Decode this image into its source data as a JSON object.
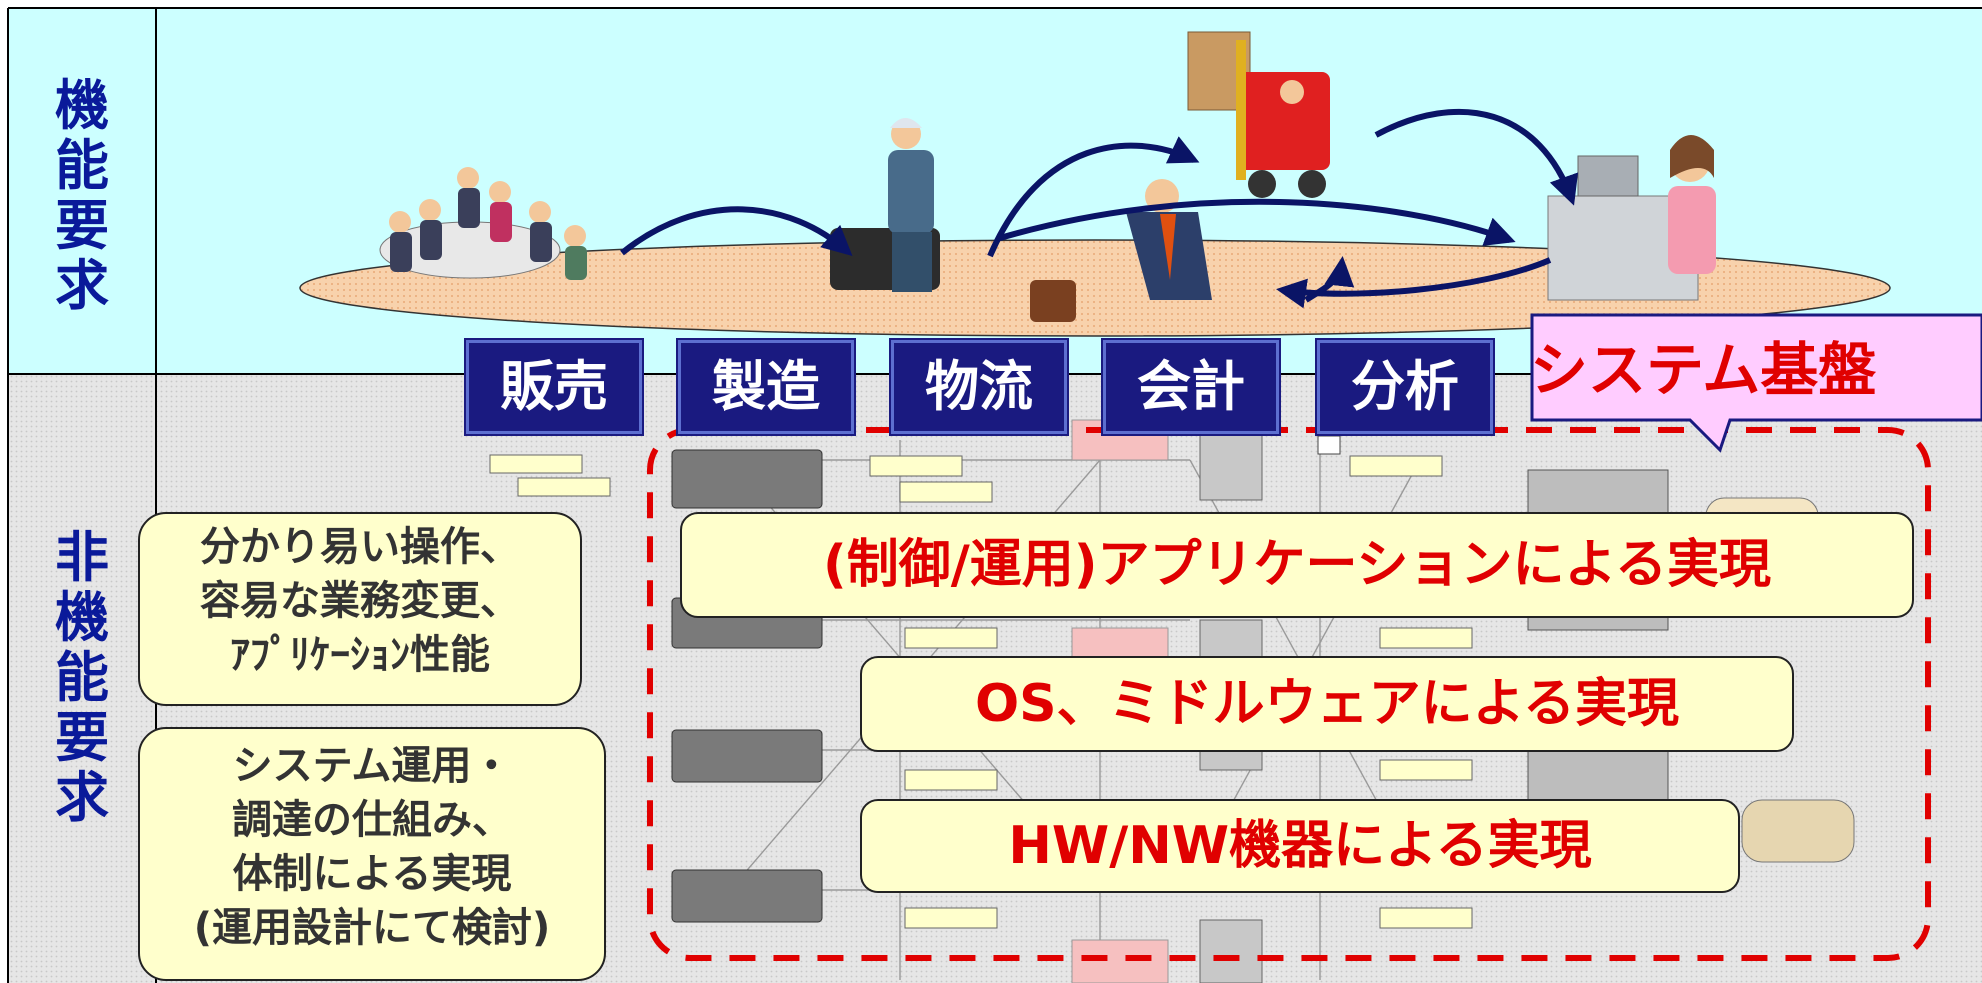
{
  "sections": {
    "functional_label": "機能要求",
    "non_functional_label": "非機能要求"
  },
  "business_functions": [
    "販売",
    "製造",
    "物流",
    "会計",
    "分析"
  ],
  "callout": {
    "label": "システム基盤"
  },
  "non_functional_notes": [
    [
      "分かり易い操作、",
      "容易な業務変更、",
      "ｱﾌﾟﾘｹｰｼｮﾝ性能"
    ],
    [
      "システム運用・",
      "調達の仕組み、",
      "体制による実現",
      "(運用設計にて検討)"
    ]
  ],
  "implementation_layers": [
    "(制御/運用)アプリケーションによる実現",
    "OS、ミドルウェアによる実現",
    "HW/NW機器による実現"
  ],
  "colors": {
    "functional_bg": "#ccffff",
    "non_functional_bg": "#e4e4e4",
    "ellipse_fill": "#f6caa0",
    "function_box_bg": "#1a1a80",
    "label_blue": "#0a1a9a",
    "note_bg": "#ffffcc",
    "accent_red": "#e00000",
    "callout_bg": "#ffccff",
    "arrow_navy": "#0a1466"
  }
}
